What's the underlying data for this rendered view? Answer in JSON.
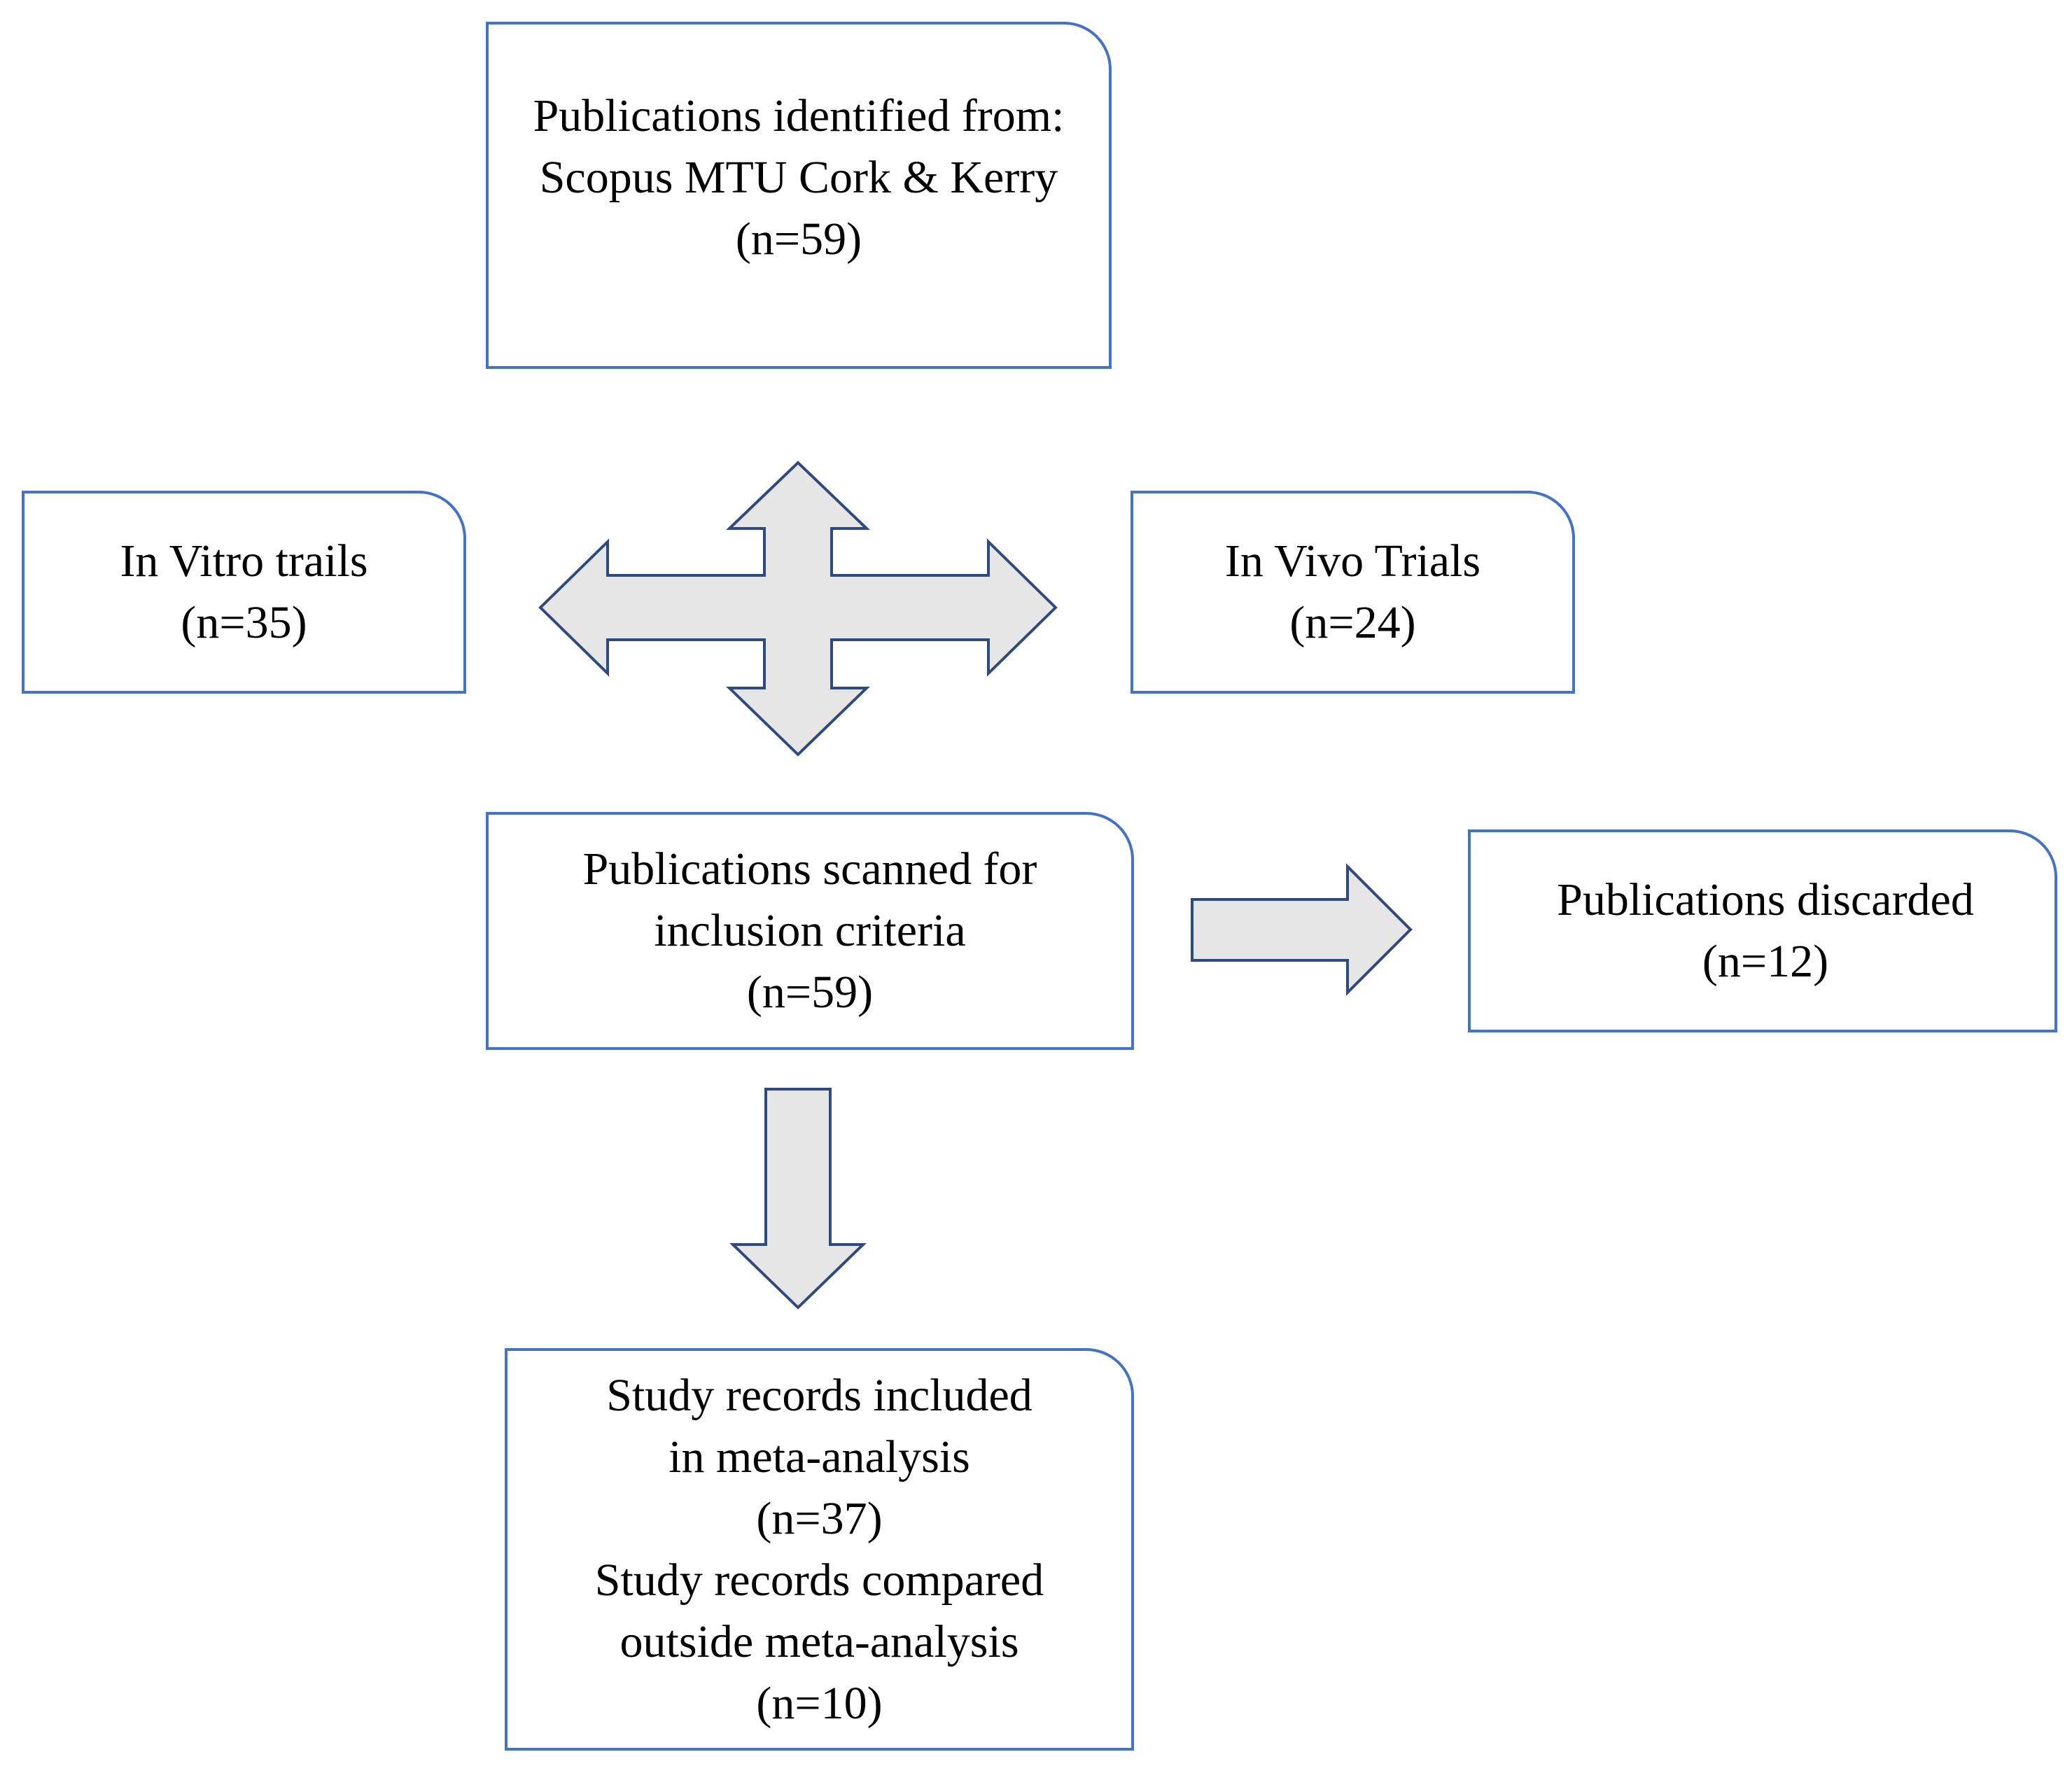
{
  "diagram": {
    "type": "flowchart",
    "colors": {
      "box_border": "#4472c4",
      "arrow_fill": "#e6e6e6",
      "arrow_stroke": "#2f4a7c",
      "text": "#000000"
    },
    "nodes": {
      "identified": {
        "line1": "Publications identified from:",
        "line2": "Scopus MTU Cork & Kerry",
        "count": "(n=59)"
      },
      "in_vitro": {
        "label": "In Vitro trails",
        "count": "(n=35)"
      },
      "in_vivo": {
        "label": "In Vivo Trials",
        "count": "(n=24)"
      },
      "scanned": {
        "line1": "Publications scanned for",
        "line2": "inclusion criteria",
        "count": "(n=59)"
      },
      "discarded": {
        "label": "Publications discarded",
        "count": "(n=12)"
      },
      "included": {
        "line1": "Study records included",
        "line2": "in meta-analysis",
        "count1": "(n=37)",
        "line3": "Study records compared",
        "line4": "outside meta-analysis",
        "count2": "(n=10)"
      }
    },
    "edges": [
      {
        "type": "four-way-arrow",
        "connects": [
          "identified",
          "in_vitro",
          "in_vivo",
          "scanned"
        ]
      },
      {
        "type": "arrow-right",
        "from": "scanned",
        "to": "discarded"
      },
      {
        "type": "arrow-down",
        "from": "scanned",
        "to": "included"
      }
    ]
  }
}
